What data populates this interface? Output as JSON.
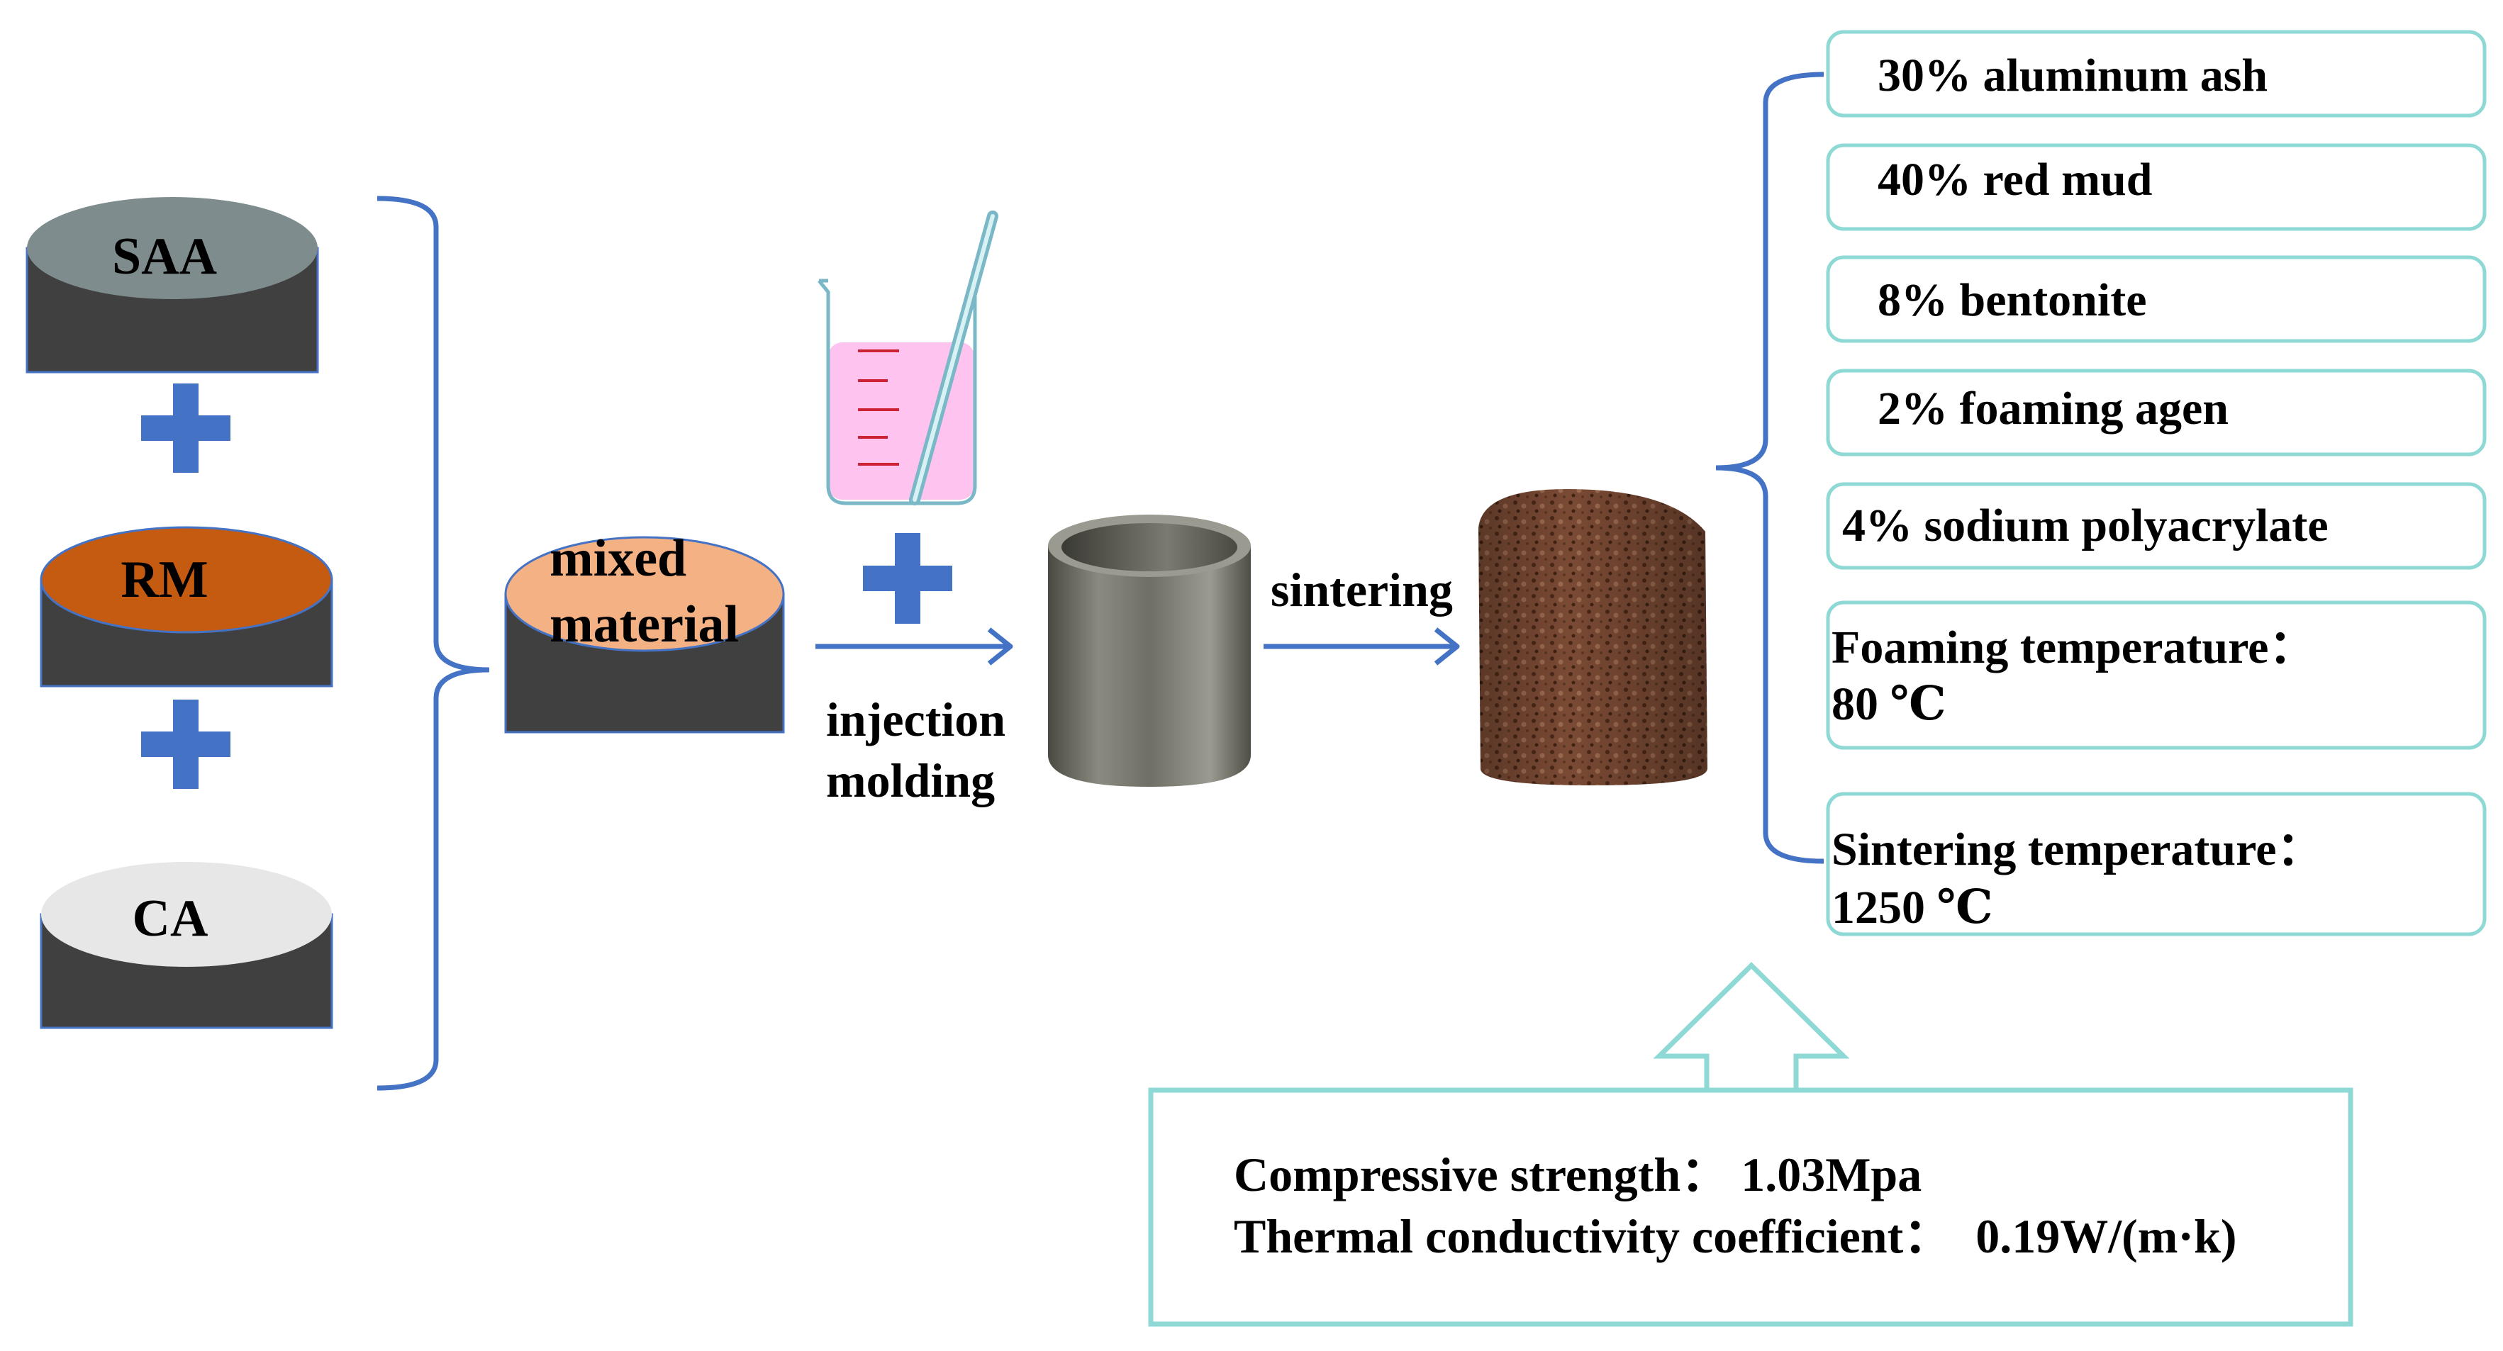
{
  "materials": {
    "saa": "SAA",
    "rm": "RM",
    "ca": "CA",
    "mixed_line1": "mixed",
    "mixed_line2": "material"
  },
  "process": {
    "injection_line1": "injection",
    "injection_line2": "molding",
    "sintering": "sintering"
  },
  "composition": [
    {
      "lines": [
        "30% aluminum ash"
      ]
    },
    {
      "lines": [
        "40% red mud"
      ]
    },
    {
      "lines": [
        "8% bentonite"
      ]
    },
    {
      "lines": [
        "2% foaming agen"
      ]
    },
    {
      "lines": [
        "4% sodium polyacrylate"
      ]
    },
    {
      "lines": [
        "Foaming temperature：",
        "80 ℃"
      ]
    },
    {
      "lines": [
        "Sintering temperature：",
        " 1250 ℃"
      ]
    }
  ],
  "results": {
    "strength": "Compressive strength： 1.03Mpa",
    "conductivity": "Thermal conductivity coefficient：  0.19W/(m·k)"
  },
  "colors": {
    "accent_blue": "#4472C4",
    "box_border": "#8ED9D5",
    "dark_body": "#404040",
    "saa_top": "#7F8C8D",
    "rm_top": "#C55A11",
    "ca_top": "#E7E7E7",
    "mixed_top": "#F4B183"
  }
}
